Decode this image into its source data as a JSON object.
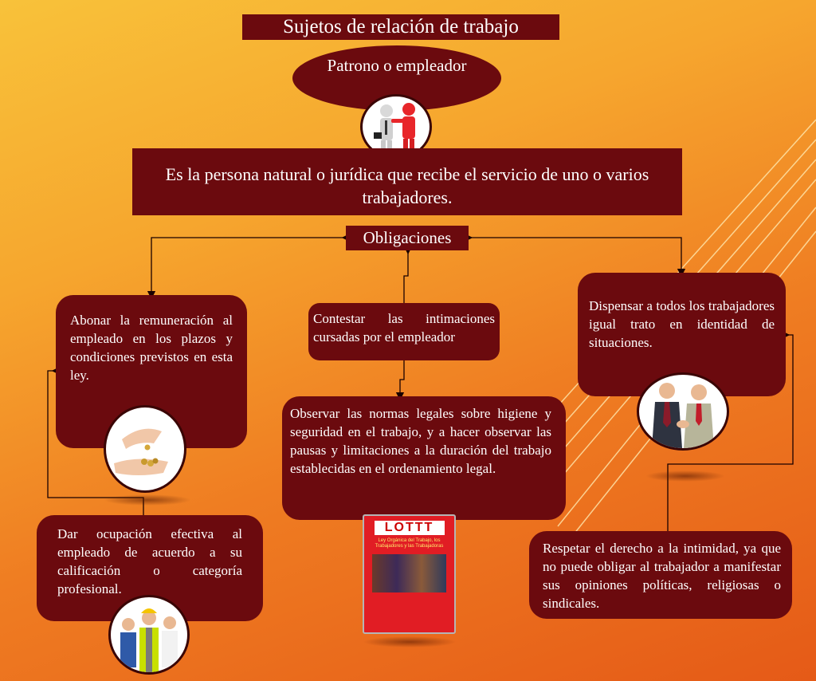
{
  "title": "Sujetos de relación de trabajo",
  "subject": "Patrono o empleador",
  "definition": "Es la persona natural o jurídica que recibe el servicio de uno o varios trabajadores.",
  "obligations_label": "Obligaciones",
  "obligations": {
    "remuneration": "Abonar la remuneración al empleado en los plazos y condiciones previstos en esta ley.",
    "intimations": "Contestar las intimaciones cursadas por el empleador",
    "equal_treatment": "Dispensar a todos los trabajadores igual trato en identidad de situaciones.",
    "safety": "Observar las normas legales sobre higiene y seguridad en el trabajo, y a hacer observar las pausas y limitaciones a la duración del trabajo establecidas en el ordenamiento legal.",
    "occupation": "Dar ocupación efectiva al empleado de acuerdo a su calificación o categoría profesional.",
    "privacy": "Respetar el derecho a la intimidad, ya que no puede obligar al trabajador a manifestar sus opiniones políticas, religiosas o sindicales."
  },
  "book": {
    "title": "LOTTT",
    "subtitle": "Ley Orgánica del Trabajo, los Trabajadores y las Trabajadoras"
  },
  "colors": {
    "box": "#6b0a0e",
    "accent_red": "#e8262a"
  }
}
